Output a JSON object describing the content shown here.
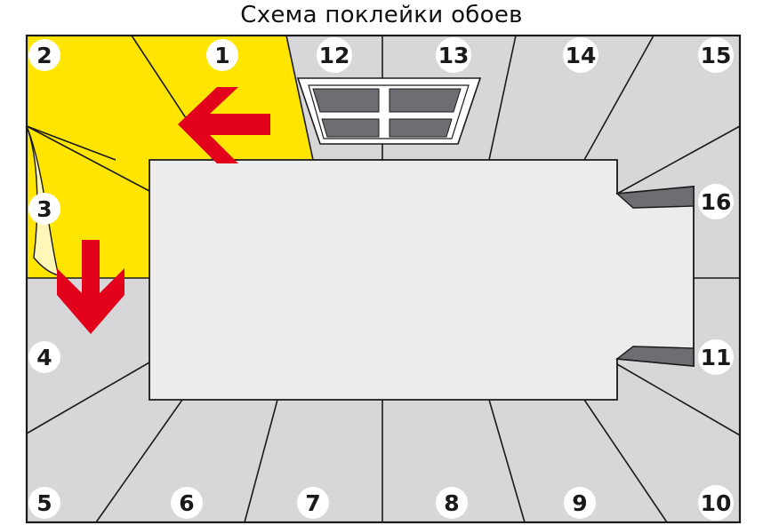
{
  "title": "Схема поклейки обоев",
  "colors": {
    "wall": "#d7d7d9",
    "floor": "#ececed",
    "pasted_wall": "#ffe500",
    "arrow": "#e2001a",
    "outline": "#1a1a1a",
    "window_glass": "#6e6e72",
    "door": "#6e6e72"
  },
  "strip_labels": [
    "1",
    "2",
    "3",
    "4",
    "5",
    "6",
    "7",
    "8",
    "9",
    "10",
    "11",
    "12",
    "13",
    "14",
    "15",
    "16"
  ]
}
